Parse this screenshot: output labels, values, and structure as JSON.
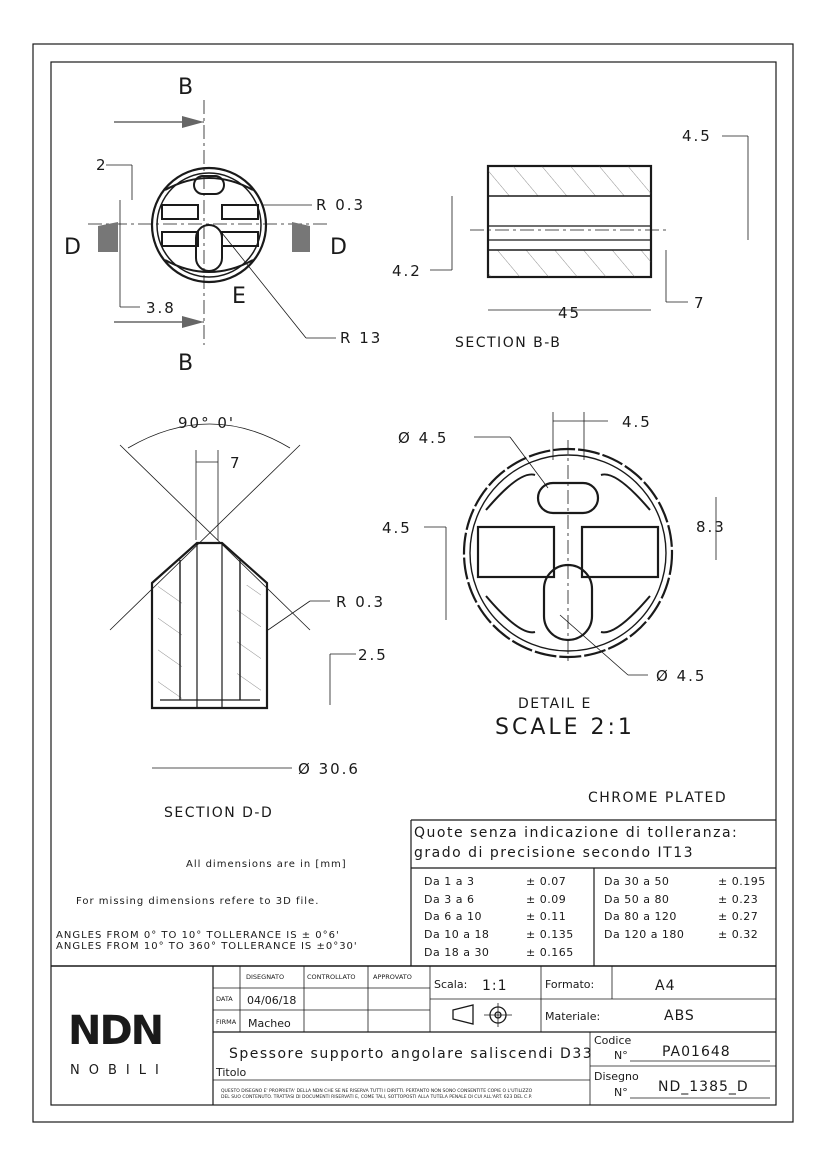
{
  "views": {
    "section_bb_marker": "B",
    "section_dd_marker": "D",
    "detail_marker": "E",
    "left_dim_2": "2",
    "left_dim_38": "3.8",
    "left_r03": "R 0.3",
    "left_r13": "R 13",
    "bb_dim_45top": "4.5",
    "bb_dim_42": "4.2",
    "bb_dim_7": "7",
    "bb_dim_45": "45",
    "bb_title": "SECTION B-B",
    "dd_angle": "90° 0'",
    "dd_dim_7": "7",
    "dd_r03": "R 0.3",
    "dd_dim_25": "2.5",
    "dd_dim_306": "Ø 30.6",
    "dd_title": "SECTION D-D",
    "e_dia_top": "Ø 4.5",
    "e_dim_45top": "4.5",
    "e_dim_83": "8.3",
    "e_dim_45left": "4.5",
    "e_dia_bottom": "Ø 4.5",
    "e_title": "DETAIL E",
    "e_scale": "SCALE 2:1"
  },
  "notes": {
    "chrome": "CHROME PLATED",
    "units": "All dimensions are in [mm]",
    "missing": "For missing dimensions refere to 3D file.",
    "angles1": "ANGLES FROM 0° TO 10° TOLLERANCE IS ± 0°6'",
    "angles2": "ANGLES FROM 10° TO 360° TOLLERANCE IS ±0°30'"
  },
  "tolerances": {
    "header1": "Quote senza indicazione di tolleranza:",
    "header2": "grado di precisione secondo IT13",
    "left": [
      {
        "range": "Da 1 a 3",
        "tol": "± 0.07"
      },
      {
        "range": "Da 3 a 6",
        "tol": "± 0.09"
      },
      {
        "range": "Da 6 a 10",
        "tol": "± 0.11"
      },
      {
        "range": "Da 10 a 18",
        "tol": "± 0.135"
      },
      {
        "range": "Da 18 a 30",
        "tol": "± 0.165"
      }
    ],
    "right": [
      {
        "range": "Da 30 a 50",
        "tol": "± 0.195"
      },
      {
        "range": "Da 50 a 80",
        "tol": "± 0.23"
      },
      {
        "range": "Da 80 a 120",
        "tol": "± 0.27"
      },
      {
        "range": "Da 120 a 180",
        "tol": "± 0.32"
      }
    ]
  },
  "titleblock": {
    "col_disegnato": "DISEGNATO",
    "col_controllato": "CONTROLLATO",
    "col_approvato": "APPROVATO",
    "row_data": "DATA",
    "row_firma": "FIRMA",
    "data_value": "04/06/18",
    "firma_value": "Macheo",
    "scala_label": "Scala:",
    "scala_value": "1:1",
    "formato_label": "Formato:",
    "formato_value": "A4",
    "materiale_label": "Materiale:",
    "materiale_value": "ABS",
    "codice_label": "Codice",
    "codice_no": "N°",
    "codice_value": "PA01648",
    "disegno_label": "Disegno",
    "disegno_no": "N°",
    "disegno_value": "ND_1385_D",
    "title": "Spessore supporto angolare saliscendi D33",
    "titolo_label": "Titolo",
    "legal1": "QUESTO DISEGNO E' PROPRIETA' DELLA NDN CHE SE NE RISERVA TUTTI I DIRITTI. PERTANTO NON SONO CONSENTITE COPIE O L'UTILIZZO",
    "legal2": "DEL SUO CONTENUTO. TRATTASI DI DOCUMENTI RISERVATI E, COME TALI, SOTTOPOSTI ALLA TUTELA PENALE DI CUI ALL'ART. 623 DEL C.P.",
    "logo_text": "NDN",
    "logo_sub": "NOBILI"
  }
}
